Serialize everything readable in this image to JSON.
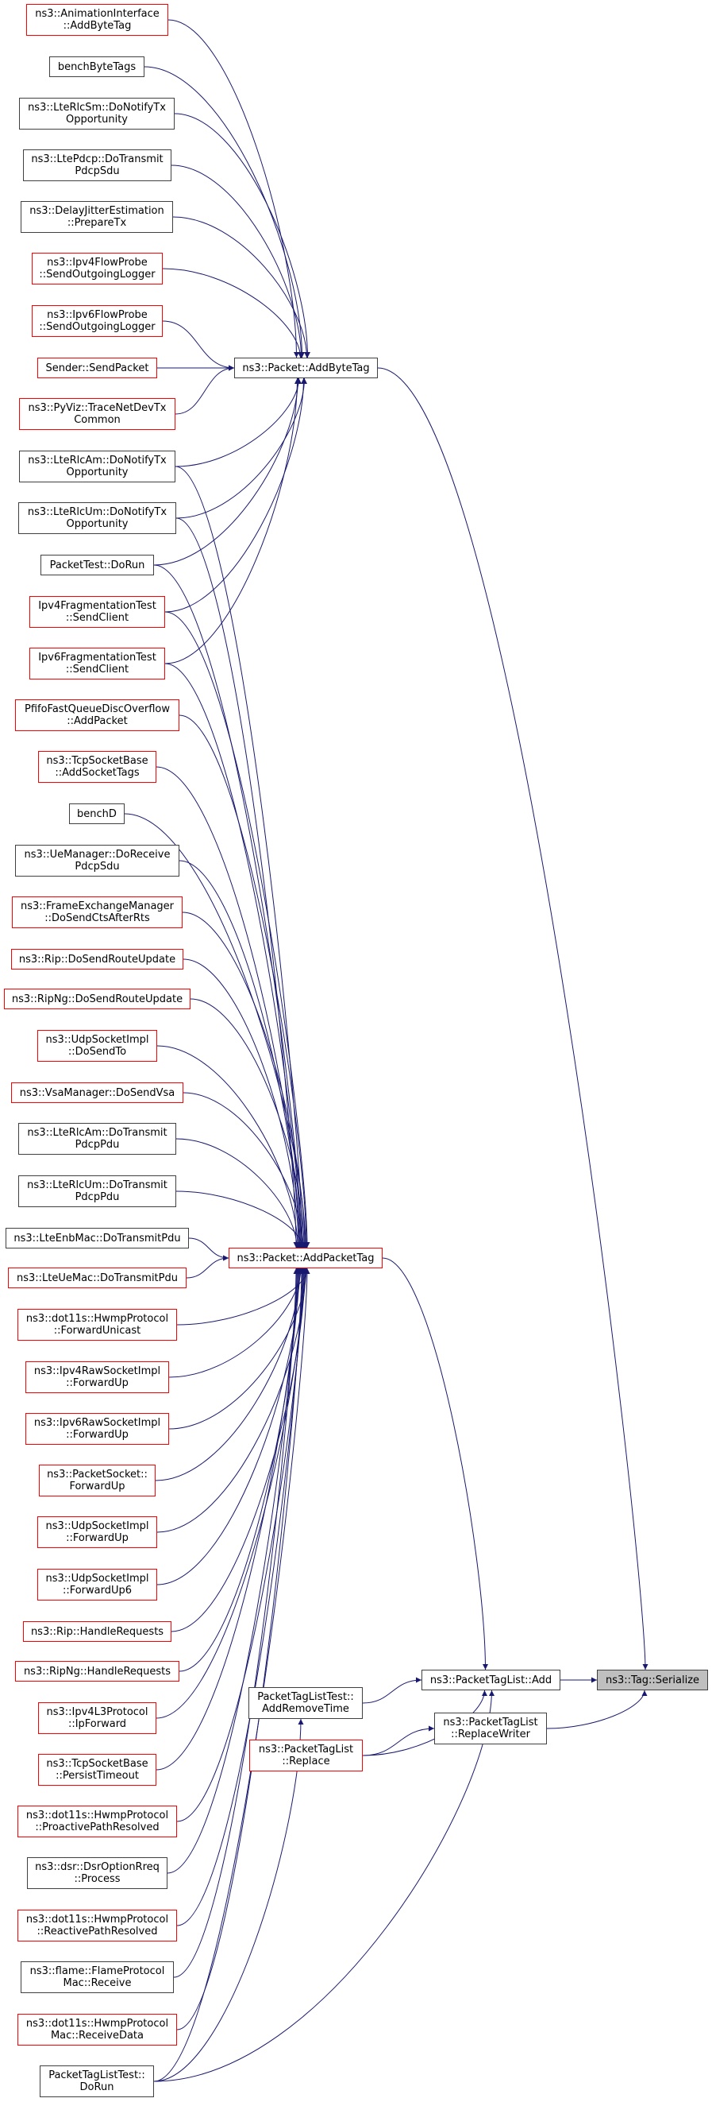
{
  "diagram": {
    "title": "ns3::Tag::Serialize caller graph",
    "colors": {
      "edge": "#191970",
      "documented_border": "#404040",
      "undocumented_border": "#ff0000",
      "current_fill": "#bfbfbf",
      "node_fill": "#ffffff"
    },
    "nodes": [
      {
        "id": "n_anim",
        "label": "ns3::AnimationInterface\n::AddByteTag",
        "style": "red"
      },
      {
        "id": "n_benchbyte",
        "label": "benchByteTags",
        "style": "black"
      },
      {
        "id": "n_rlcsm",
        "label": "ns3::LteRlcSm::DoNotifyTx\nOpportunity",
        "style": "black"
      },
      {
        "id": "n_pdcp",
        "label": "ns3::LtePdcp::DoTransmit\nPdcpSdu",
        "style": "black"
      },
      {
        "id": "n_delay",
        "label": "ns3::DelayJitterEstimation\n::PrepareTx",
        "style": "black"
      },
      {
        "id": "n_ipv4flow",
        "label": "ns3::Ipv4FlowProbe\n::SendOutgoingLogger",
        "style": "red"
      },
      {
        "id": "n_ipv6flow",
        "label": "ns3::Ipv6FlowProbe\n::SendOutgoingLogger",
        "style": "red"
      },
      {
        "id": "n_sender",
        "label": "Sender::SendPacket",
        "style": "red"
      },
      {
        "id": "n_pyviz",
        "label": "ns3::PyViz::TraceNetDevTx\nCommon",
        "style": "red"
      },
      {
        "id": "n_rlcam_tx",
        "label": "ns3::LteRlcAm::DoNotifyTx\nOpportunity",
        "style": "black"
      },
      {
        "id": "n_rlcum_tx",
        "label": "ns3::LteRlcUm::DoNotifyTx\nOpportunity",
        "style": "black"
      },
      {
        "id": "n_packettest",
        "label": "PacketTest::DoRun",
        "style": "black"
      },
      {
        "id": "n_ipv4frag",
        "label": "Ipv4FragmentationTest\n::SendClient",
        "style": "red"
      },
      {
        "id": "n_ipv6frag",
        "label": "Ipv6FragmentationTest\n::SendClient",
        "style": "red"
      },
      {
        "id": "n_pfifo",
        "label": "PfifoFastQueueDiscOverflow\n::AddPacket",
        "style": "red"
      },
      {
        "id": "n_tcptags",
        "label": "ns3::TcpSocketBase\n::AddSocketTags",
        "style": "red"
      },
      {
        "id": "n_benchd",
        "label": "benchD",
        "style": "black"
      },
      {
        "id": "n_uemgr",
        "label": "ns3::UeManager::DoReceive\nPdcpSdu",
        "style": "black"
      },
      {
        "id": "n_fem",
        "label": "ns3::FrameExchangeManager\n::DoSendCtsAfterRts",
        "style": "red"
      },
      {
        "id": "n_riproute",
        "label": "ns3::Rip::DoSendRouteUpdate",
        "style": "red"
      },
      {
        "id": "n_ripngroute",
        "label": "ns3::RipNg::DoSendRouteUpdate",
        "style": "red"
      },
      {
        "id": "n_udpsendto",
        "label": "ns3::UdpSocketImpl\n::DoSendTo",
        "style": "red"
      },
      {
        "id": "n_vsa",
        "label": "ns3::VsaManager::DoSendVsa",
        "style": "red"
      },
      {
        "id": "n_rlcam_pdu",
        "label": "ns3::LteRlcAm::DoTransmit\nPdcpPdu",
        "style": "black"
      },
      {
        "id": "n_rlcum_pdu",
        "label": "ns3::LteRlcUm::DoTransmit\nPdcpPdu",
        "style": "black"
      },
      {
        "id": "n_enbmac",
        "label": "ns3::LteEnbMac::DoTransmitPdu",
        "style": "black"
      },
      {
        "id": "n_uemac",
        "label": "ns3::LteUeMac::DoTransmitPdu",
        "style": "red"
      },
      {
        "id": "n_hwmp_fwd",
        "label": "ns3::dot11s::HwmpProtocol\n::ForwardUnicast",
        "style": "red"
      },
      {
        "id": "n_ipv4raw",
        "label": "ns3::Ipv4RawSocketImpl\n::ForwardUp",
        "style": "red"
      },
      {
        "id": "n_ipv6raw",
        "label": "ns3::Ipv6RawSocketImpl\n::ForwardUp",
        "style": "red"
      },
      {
        "id": "n_pktsock",
        "label": "ns3::PacketSocket::\nForwardUp",
        "style": "red"
      },
      {
        "id": "n_udpfwd",
        "label": "ns3::UdpSocketImpl\n::ForwardUp",
        "style": "red"
      },
      {
        "id": "n_udpfwd6",
        "label": "ns3::UdpSocketImpl\n::ForwardUp6",
        "style": "red"
      },
      {
        "id": "n_riphandle",
        "label": "ns3::Rip::HandleRequests",
        "style": "red"
      },
      {
        "id": "n_ripnghandle",
        "label": "ns3::RipNg::HandleRequests",
        "style": "red"
      },
      {
        "id": "n_ipv4l3",
        "label": "ns3::Ipv4L3Protocol\n::IpForward",
        "style": "red"
      },
      {
        "id": "n_tcppersist",
        "label": "ns3::TcpSocketBase\n::PersistTimeout",
        "style": "red"
      },
      {
        "id": "n_proactive",
        "label": "ns3::dot11s::HwmpProtocol\n::ProactivePathResolved",
        "style": "red"
      },
      {
        "id": "n_dsr",
        "label": "ns3::dsr::DsrOptionRreq\n::Process",
        "style": "black"
      },
      {
        "id": "n_reactive",
        "label": "ns3::dot11s::HwmpProtocol\n::ReactivePathResolved",
        "style": "red"
      },
      {
        "id": "n_flame",
        "label": "ns3::flame::FlameProtocol\nMac::Receive",
        "style": "black"
      },
      {
        "id": "n_hwmpmac",
        "label": "ns3::dot11s::HwmpProtocol\nMac::ReceiveData",
        "style": "red"
      },
      {
        "id": "n_ptltest_run",
        "label": "PacketTagListTest::\nDoRun",
        "style": "black"
      },
      {
        "id": "n_addbytetag",
        "label": "ns3::Packet::AddByteTag",
        "style": "black"
      },
      {
        "id": "n_addpackettag",
        "label": "ns3::Packet::AddPacketTag",
        "style": "red"
      },
      {
        "id": "n_addremovetime",
        "label": "PacketTagListTest::\nAddRemoveTime",
        "style": "black"
      },
      {
        "id": "n_replace",
        "label": "ns3::PacketTagList\n::Replace",
        "style": "red"
      },
      {
        "id": "n_ptladd",
        "label": "ns3::PacketTagList::Add",
        "style": "black"
      },
      {
        "id": "n_replacewriter",
        "label": "ns3::PacketTagList\n::ReplaceWriter",
        "style": "black"
      },
      {
        "id": "n_serialize",
        "label": "ns3::Tag::Serialize",
        "style": "current"
      }
    ],
    "edges": [
      [
        "n_anim",
        "n_addbytetag"
      ],
      [
        "n_benchbyte",
        "n_addbytetag"
      ],
      [
        "n_rlcsm",
        "n_addbytetag"
      ],
      [
        "n_pdcp",
        "n_addbytetag"
      ],
      [
        "n_delay",
        "n_addbytetag"
      ],
      [
        "n_ipv4flow",
        "n_addbytetag"
      ],
      [
        "n_ipv6flow",
        "n_addbytetag"
      ],
      [
        "n_sender",
        "n_addbytetag"
      ],
      [
        "n_pyviz",
        "n_addbytetag"
      ],
      [
        "n_rlcam_tx",
        "n_addbytetag"
      ],
      [
        "n_rlcum_tx",
        "n_addbytetag"
      ],
      [
        "n_packettest",
        "n_addbytetag"
      ],
      [
        "n_ipv4frag",
        "n_addbytetag"
      ],
      [
        "n_ipv6frag",
        "n_addbytetag"
      ],
      [
        "n_rlcam_tx",
        "n_addpackettag"
      ],
      [
        "n_rlcum_tx",
        "n_addpackettag"
      ],
      [
        "n_packettest",
        "n_addpackettag"
      ],
      [
        "n_ipv4frag",
        "n_addpackettag"
      ],
      [
        "n_ipv6frag",
        "n_addpackettag"
      ],
      [
        "n_pfifo",
        "n_addpackettag"
      ],
      [
        "n_tcptags",
        "n_addpackettag"
      ],
      [
        "n_benchd",
        "n_addpackettag"
      ],
      [
        "n_uemgr",
        "n_addpackettag"
      ],
      [
        "n_fem",
        "n_addpackettag"
      ],
      [
        "n_riproute",
        "n_addpackettag"
      ],
      [
        "n_ripngroute",
        "n_addpackettag"
      ],
      [
        "n_udpsendto",
        "n_addpackettag"
      ],
      [
        "n_vsa",
        "n_addpackettag"
      ],
      [
        "n_rlcam_pdu",
        "n_addpackettag"
      ],
      [
        "n_rlcum_pdu",
        "n_addpackettag"
      ],
      [
        "n_enbmac",
        "n_addpackettag"
      ],
      [
        "n_uemac",
        "n_addpackettag"
      ],
      [
        "n_hwmp_fwd",
        "n_addpackettag"
      ],
      [
        "n_ipv4raw",
        "n_addpackettag"
      ],
      [
        "n_ipv6raw",
        "n_addpackettag"
      ],
      [
        "n_pktsock",
        "n_addpackettag"
      ],
      [
        "n_udpfwd",
        "n_addpackettag"
      ],
      [
        "n_udpfwd6",
        "n_addpackettag"
      ],
      [
        "n_riphandle",
        "n_addpackettag"
      ],
      [
        "n_ripnghandle",
        "n_addpackettag"
      ],
      [
        "n_ipv4l3",
        "n_addpackettag"
      ],
      [
        "n_tcppersist",
        "n_addpackettag"
      ],
      [
        "n_proactive",
        "n_addpackettag"
      ],
      [
        "n_dsr",
        "n_addpackettag"
      ],
      [
        "n_reactive",
        "n_addpackettag"
      ],
      [
        "n_flame",
        "n_addpackettag"
      ],
      [
        "n_hwmpmac",
        "n_addpackettag"
      ],
      [
        "n_ptltest_run",
        "n_addpackettag"
      ],
      [
        "n_ptltest_run",
        "n_addremovetime"
      ],
      [
        "n_ptltest_run",
        "n_ptladd"
      ],
      [
        "n_addpackettag",
        "n_ptladd"
      ],
      [
        "n_addremovetime",
        "n_ptladd"
      ],
      [
        "n_replace",
        "n_ptladd"
      ],
      [
        "n_replace",
        "n_replacewriter"
      ],
      [
        "n_addbytetag",
        "n_serialize"
      ],
      [
        "n_ptladd",
        "n_serialize"
      ],
      [
        "n_replacewriter",
        "n_serialize"
      ]
    ]
  }
}
